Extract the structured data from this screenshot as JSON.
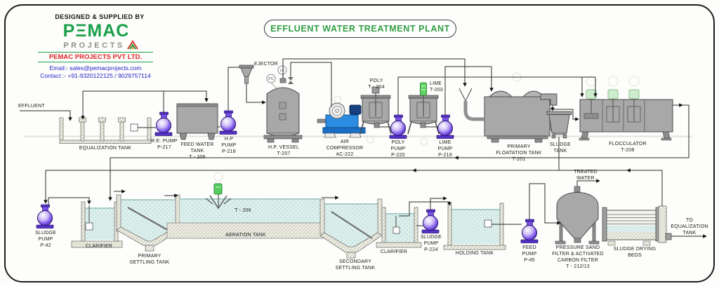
{
  "header": {
    "designed_by": "DESIGNED & SUPPLIED BY",
    "logo_line1": "PΞMAC",
    "logo_line2": "PROJECTS",
    "company": "PEMAC PROJECTS PVT LTD.",
    "email": "Email:- sales@pemacprojects.com",
    "contact": "Contact :- +91-9320122125 / 9029757114"
  },
  "title": "EFFLUENT WATER TREATMENT PLANT",
  "instruments": {
    "pg": "PG",
    "lc": "LC"
  },
  "labels": {
    "effluent": "EFFLUENT",
    "equalization_tank": "EQUALIZATION TANK",
    "re_pump": "R.E. PUMP\nP-217",
    "feed_water_tank": "FEED WATER\nTANK\nT - 206",
    "hp_pump": "H.P\nPUMP\nP-218",
    "ejector": "EJECTOR",
    "hp_vessel": "H.P. VESSEL\nT-207",
    "air_compressor": "AIR\nCOMPRESSOR\nAC-222",
    "poly_tank": "POLY\nT - 204",
    "poly_pump": "POLY\nPUMP\nP-220",
    "lime_tank": "LIME\nT-203",
    "lime_pump": "LIME\nPUMP\nP-219",
    "primary_floatation_tank": "PRIMARY\nFLOATATION TANK\nT-201",
    "sludge_tank": "SLUDGE\nTANK",
    "flocculator": "FLOCCULATOR\nT-208",
    "sludge_pump_p42": "SLUDGE\nPUMP\nP-42",
    "clarifier_1": "CLARIFIER",
    "primary_settling_tank": "PRIMARY\nSETTLING TANK",
    "aeration_tank": "AERATION TANK",
    "aeration_tank_tag": "T - 206",
    "secondary_settling_tank": "SECONDARY\nSETTLING TANK",
    "clarifier_2": "CLARIFIER",
    "sludge_pump_p224": "SLUDGE\nPUMP\nP-224",
    "holding_tank": "HOLDING TANK",
    "feed_pump": "FEED\nPUMP\nP-45",
    "sand_filter": "PRESSURE SAND\nFILTER & ACTIVATED\nCARBON FILTER\nT - 212/13",
    "treated_water": "TREATED\nWATER",
    "sludge_drying_beds": "SLUDGE DRYING\nBEDS",
    "to_equalization_tank": "TO\nEQUALIZATION\nTANK"
  },
  "colors": {
    "accent_green": "#2f9e41",
    "company_red": "#e02525",
    "contact_blue": "#1f1fc8",
    "pump_purple": "#6a44dd",
    "compressor_blue": "#2b8ce2",
    "equipment_gray": "#a8a8a8",
    "water": "#dcefec"
  }
}
